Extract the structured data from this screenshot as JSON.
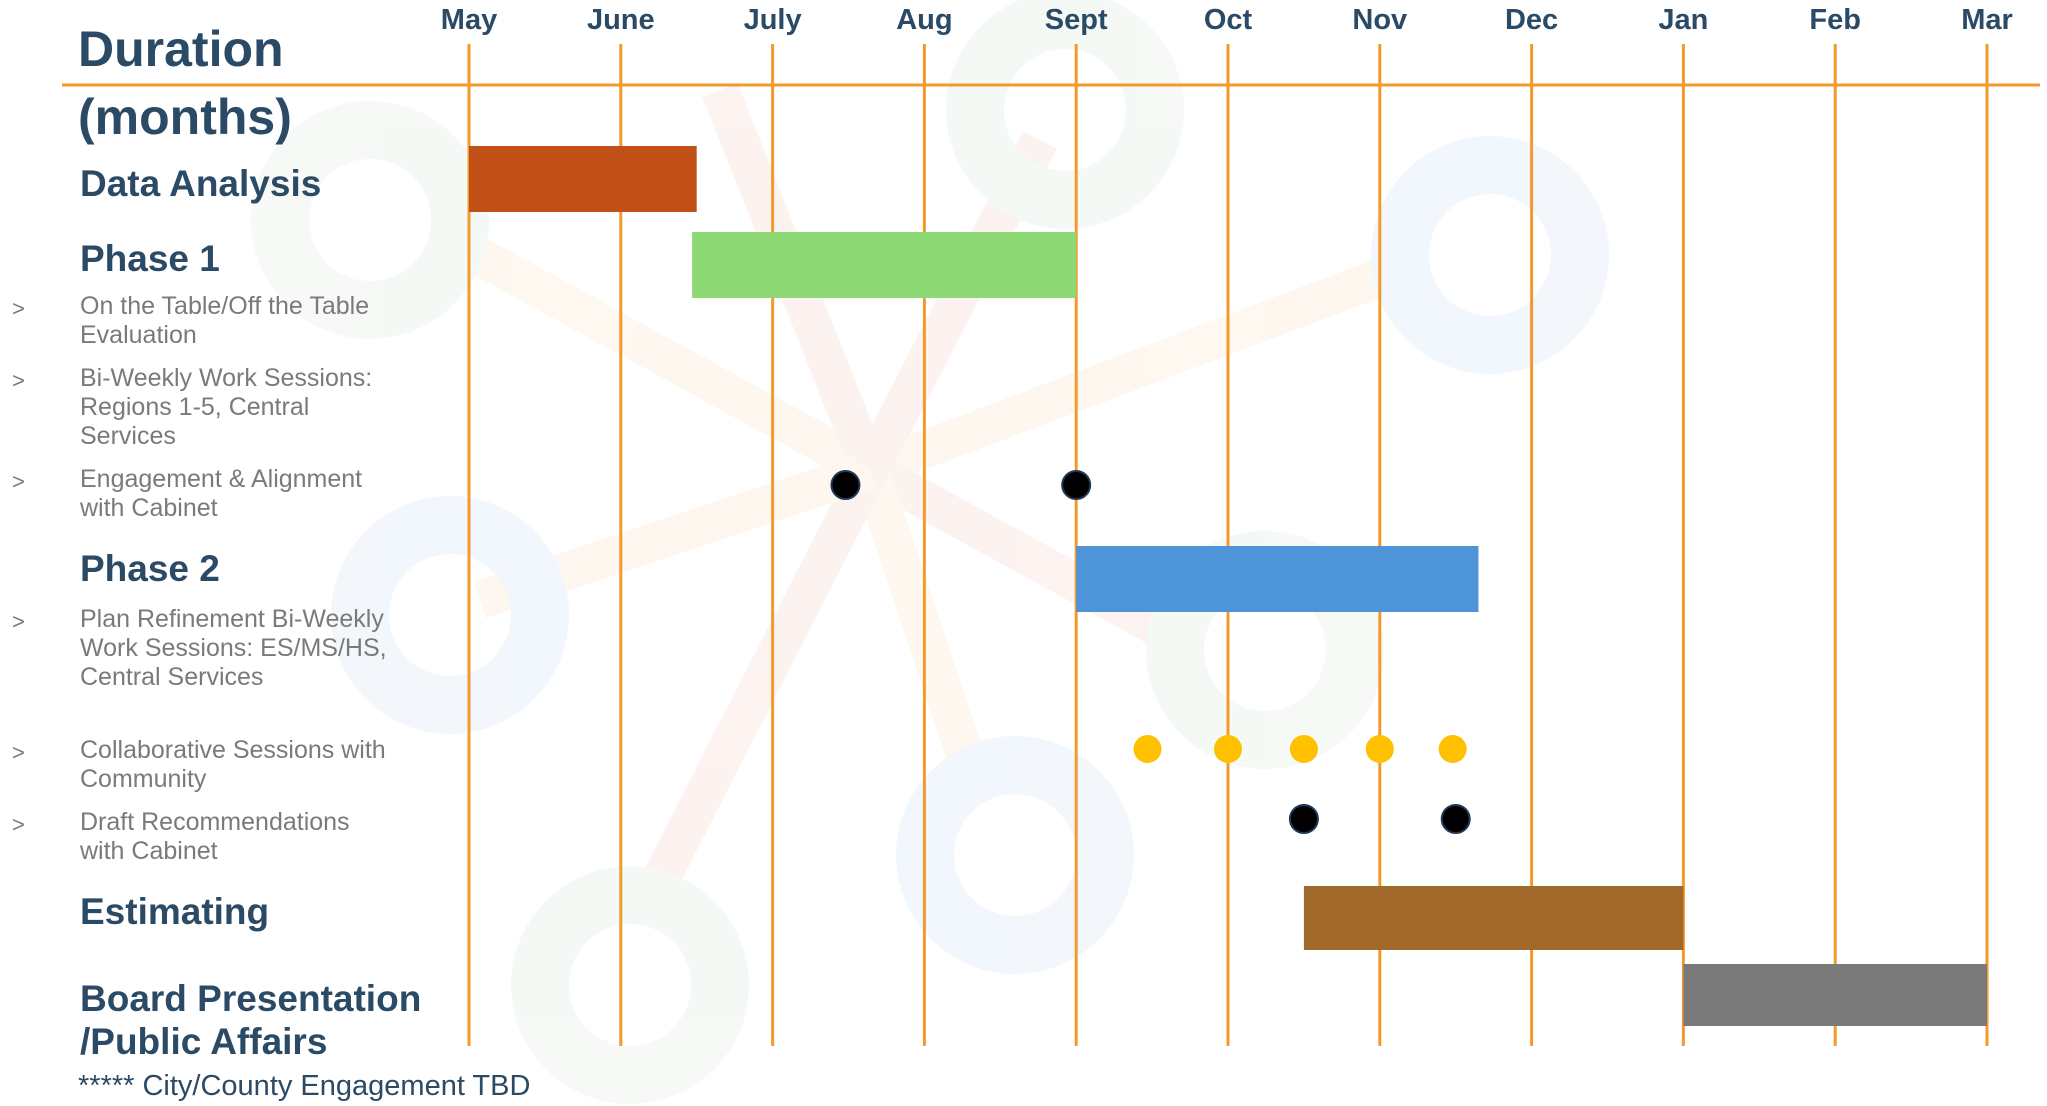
{
  "title": [
    "Duration",
    "(months)"
  ],
  "months": [
    "May",
    "June",
    "July",
    "Aug",
    "Sept",
    "Oct",
    "Nov",
    "Dec",
    "Jan",
    "Feb",
    "Mar"
  ],
  "rows": [
    {
      "label": "Data Analysis"
    },
    {
      "label": "Phase 1"
    },
    {
      "label": "Phase 2"
    },
    {
      "label": "Estimating"
    },
    {
      "label": "Board Presentation\n/Public Affairs"
    }
  ],
  "sub_items": [
    "On the Table/Off the Table Evaluation",
    "Bi-Weekly Work Sessions:  Regions 1-5, Central Services",
    "Engagement & Alignment with Cabinet",
    "Plan Refinement Bi-Weekly Work Sessions: ES/MS/HS, Central Services",
    "Collaborative Sessions with Community",
    "Draft Recommendations with Cabinet"
  ],
  "bullet_symbol": ">",
  "footnote": "***** City/County Engagement TBD",
  "colors": {
    "month_line": "#f39a2c",
    "heading": "#2b4a66",
    "subtext": "#7a7a7a",
    "milestone_black": "#000000",
    "milestone_yellow": "#ffc000"
  },
  "chart_data": {
    "type": "gantt",
    "x_unit": "month index (0 = May, 10 = Mar)",
    "x_categories": [
      "May",
      "June",
      "July",
      "Aug",
      "Sept",
      "Oct",
      "Nov",
      "Dec",
      "Jan",
      "Feb",
      "Mar"
    ],
    "bars": [
      {
        "task": "Data Analysis",
        "start": 0.0,
        "end": 1.5,
        "color": "#c05018"
      },
      {
        "task": "Phase 1",
        "start": 1.47,
        "end": 4.0,
        "color": "#8dd975"
      },
      {
        "task": "Phase 2",
        "start": 4.0,
        "end": 6.65,
        "color": "#4e94d8"
      },
      {
        "task": "Estimating",
        "start": 5.5,
        "end": 8.0,
        "color": "#a26a2a"
      },
      {
        "task": "Board Presentation /Public Affairs",
        "start": 8.0,
        "end": 10.0,
        "color": "#7a7a7a"
      }
    ],
    "milestones": [
      {
        "task": "Engagement & Alignment with Cabinet",
        "color": "#000000",
        "x": [
          2.48,
          4.0
        ]
      },
      {
        "task": "Collaborative Sessions with Community",
        "color": "#ffc000",
        "x": [
          4.47,
          5.0,
          5.5,
          6.0,
          6.48
        ]
      },
      {
        "task": "Draft Recommendations with Cabinet",
        "color": "#000000",
        "x": [
          5.5,
          6.5
        ]
      }
    ]
  }
}
